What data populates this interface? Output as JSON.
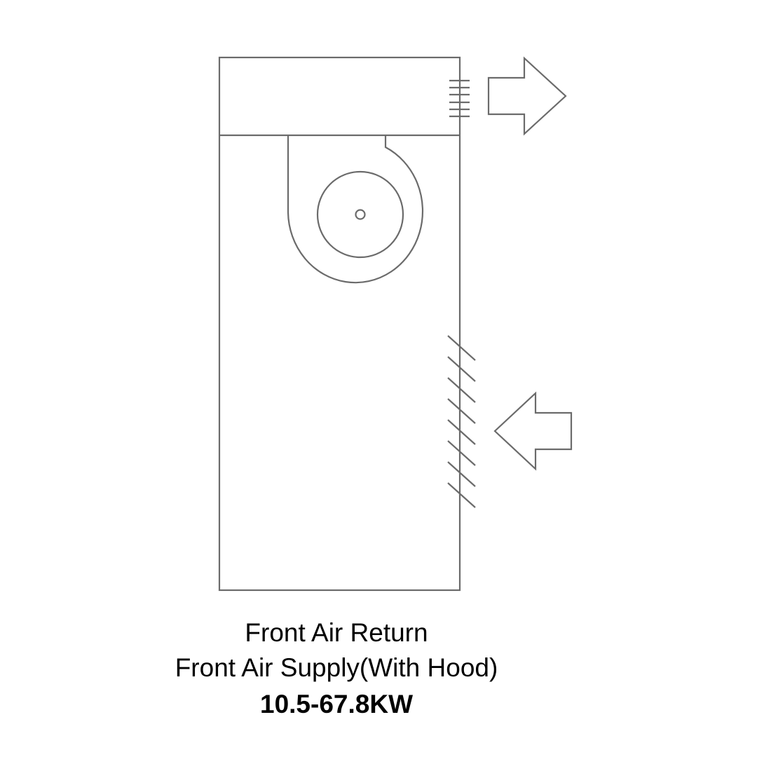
{
  "caption": {
    "line1": "Front Air Return",
    "line2": "Front Air Supply(With Hood)",
    "line3": "10.5-67.8KW"
  },
  "colors": {
    "stroke": "#6b6b6b",
    "text": "#000000",
    "background": "#ffffff"
  },
  "icons": {
    "supply_arrow": "arrow-right-icon",
    "return_arrow": "arrow-left-icon",
    "fan": "blower-fan-icon"
  }
}
